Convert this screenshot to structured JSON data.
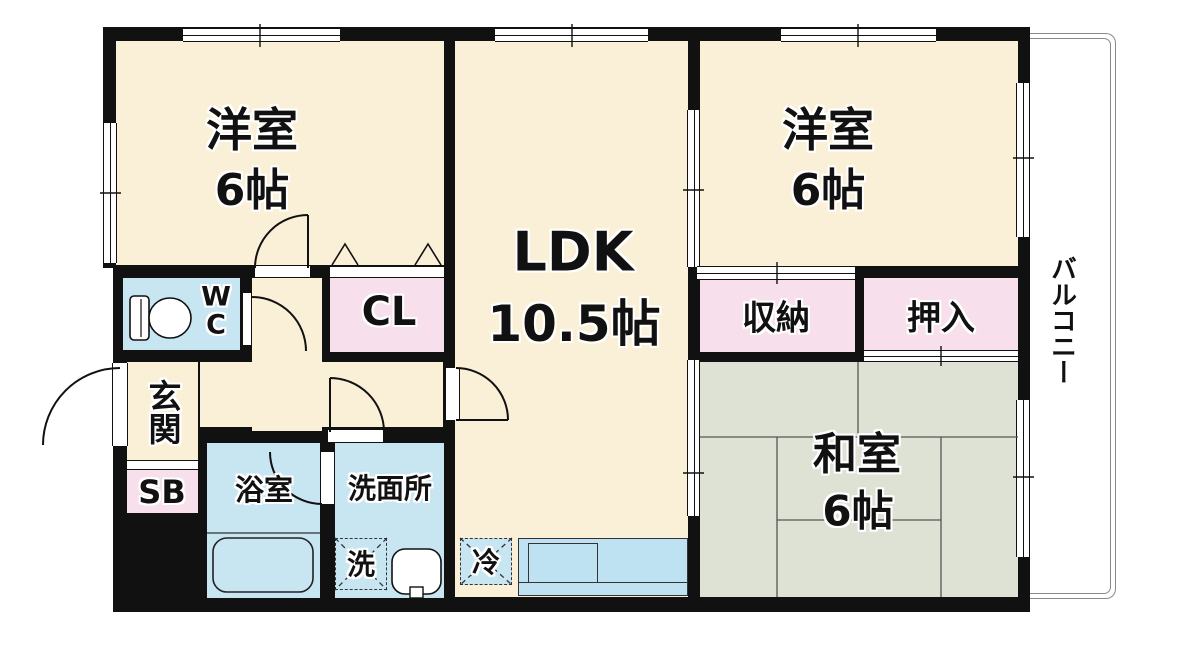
{
  "rooms": {
    "western_room_left": {
      "name": "洋室",
      "size": "6帖"
    },
    "ldk": {
      "name": "LDK",
      "size": "10.5帖"
    },
    "western_room_right": {
      "name": "洋室",
      "size": "6帖"
    },
    "japanese_room": {
      "name": "和室",
      "size": "6帖"
    },
    "closet": {
      "label": "CL"
    },
    "storage": {
      "label": "収納"
    },
    "futon_closet": {
      "label": "押入"
    },
    "toilet": {
      "label": "WC"
    },
    "entrance": {
      "label": "玄関"
    },
    "shoe_box": {
      "label": "SB"
    },
    "bathroom": {
      "label": "浴室"
    },
    "washroom": {
      "label": "洗面所"
    },
    "washing_machine": {
      "label": "洗"
    },
    "refrigerator": {
      "label": "冷"
    },
    "balcony": {
      "label": "バルコニー"
    }
  },
  "colors": {
    "floor_beige": "#faf0d7",
    "closet_pink": "#f8dfec",
    "wet_area_blue": "#c8e5f2",
    "tatami_green": "#dde2d4",
    "kitchen_counter_blue": "#bfe2f2",
    "wall_black": "#111111",
    "balcony_outline": "#8a8a8a"
  }
}
